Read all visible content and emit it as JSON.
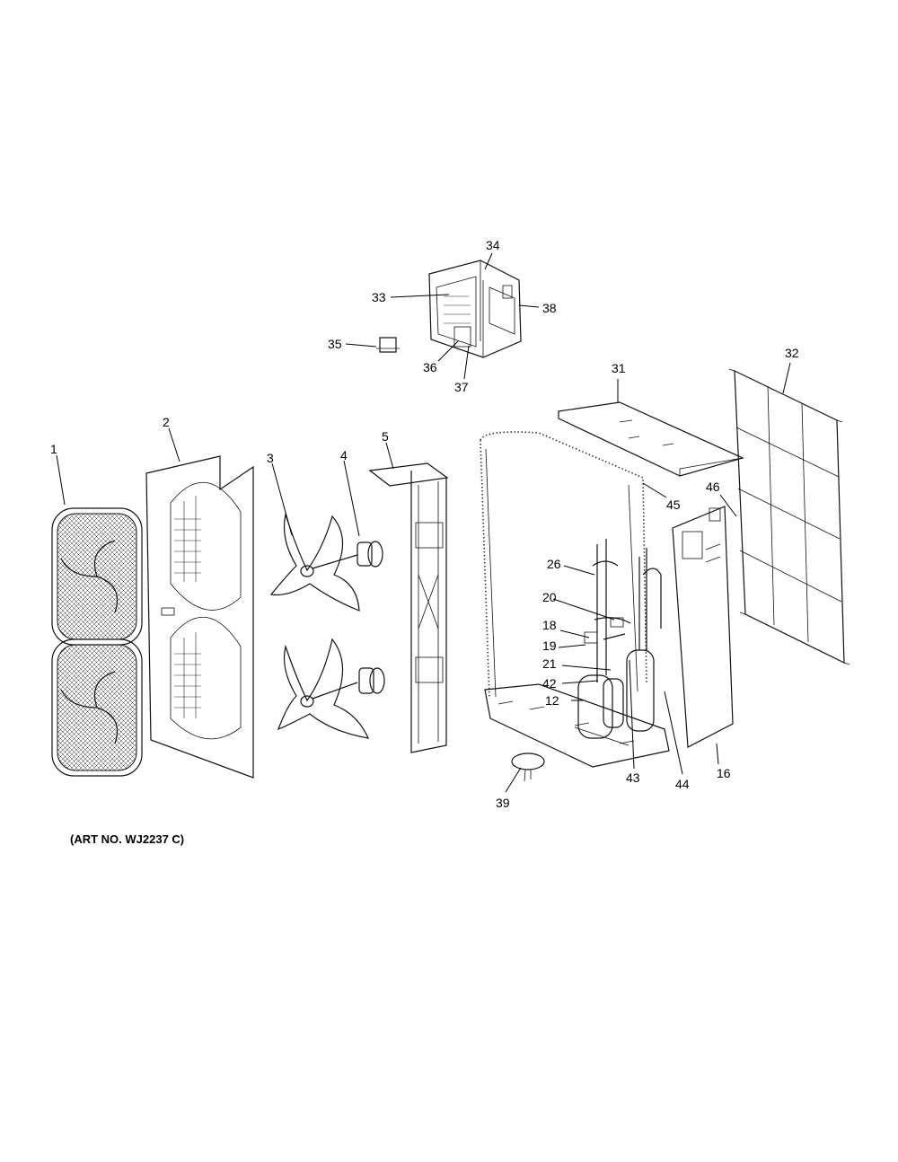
{
  "art_number": "(ART NO. WJ2237 C)",
  "callouts": [
    "1",
    "2",
    "3",
    "4",
    "5",
    "12",
    "16",
    "18",
    "19",
    "20",
    "21",
    "26",
    "31",
    "32",
    "33",
    "34",
    "35",
    "36",
    "37",
    "38",
    "39",
    "42",
    "43",
    "44",
    "45",
    "46"
  ]
}
